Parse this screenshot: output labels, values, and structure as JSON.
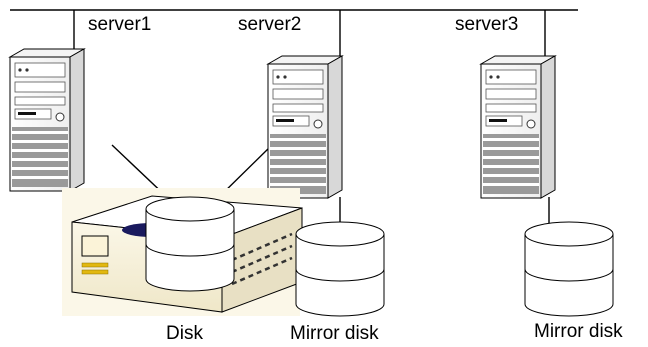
{
  "servers": [
    {
      "label": "server1"
    },
    {
      "label": "server2"
    },
    {
      "label": "server3"
    }
  ],
  "storage": {
    "shared_disk_label": "Disk",
    "mirror_disks": [
      {
        "label": "Mirror disk"
      },
      {
        "label": "Mirror disk"
      }
    ]
  }
}
